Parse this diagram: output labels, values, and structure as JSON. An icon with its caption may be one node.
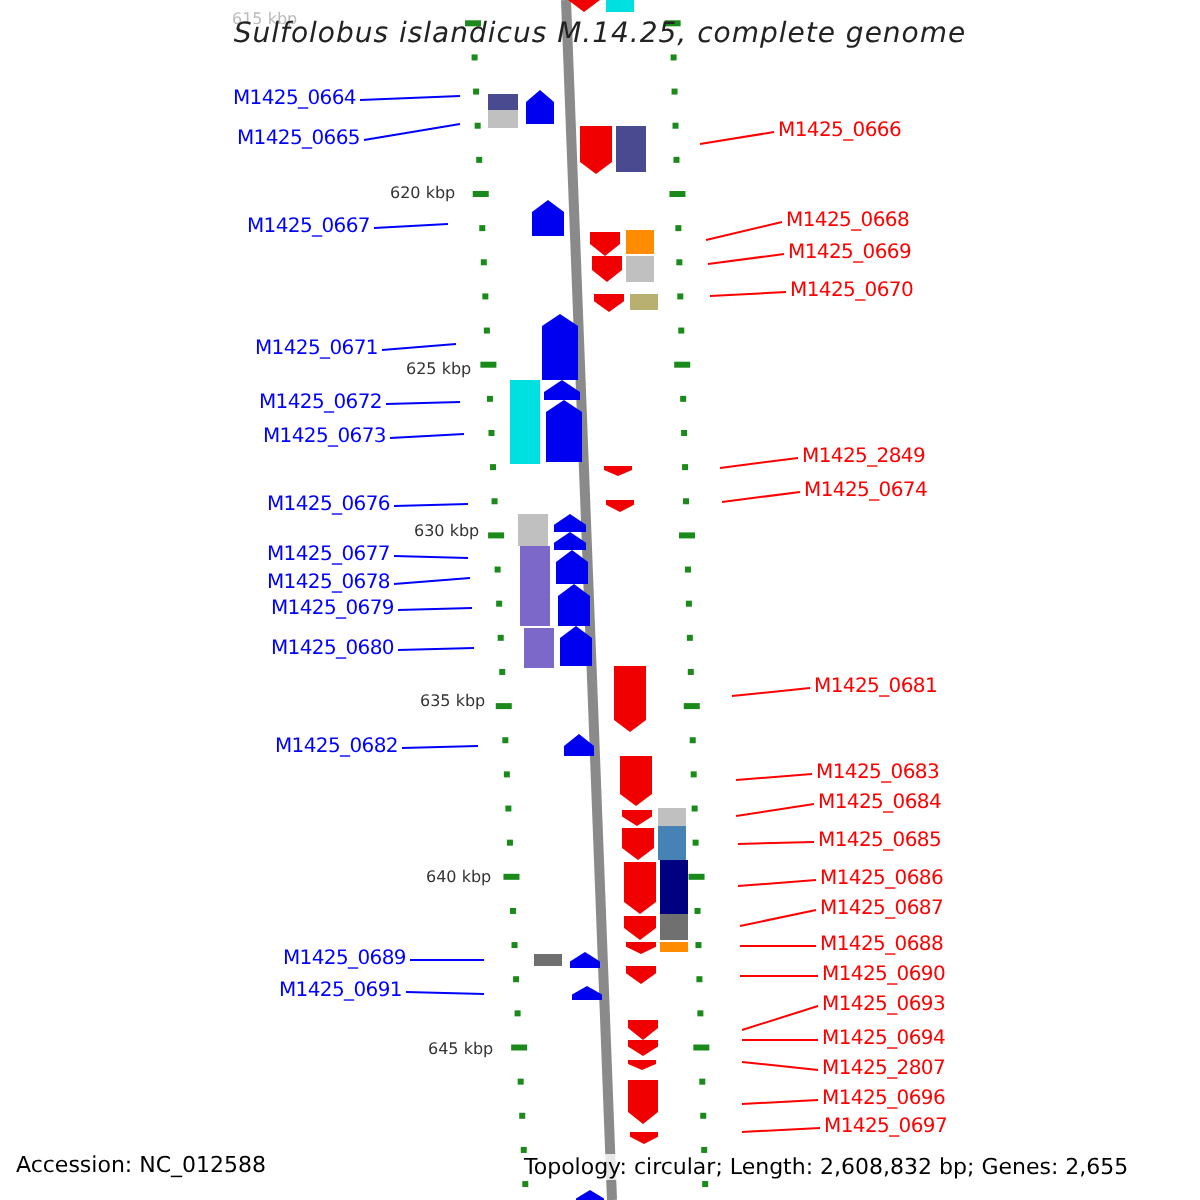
{
  "diagram": {
    "title": "Sulfolobus islandicus M.14.25, complete genome",
    "nodes": [
      {
        "text": [
          "M1425_0664"
        ]
      },
      {
        "text": [
          "M1425_0665"
        ]
      },
      {
        "text": [
          "M1425_0667"
        ]
      },
      {
        "text": [
          "M1425_0671"
        ]
      },
      {
        "text": [
          "M1425_0672"
        ]
      },
      {
        "text": [
          "M1425_0673"
        ]
      },
      {
        "text": [
          "M1425_0676"
        ]
      },
      {
        "text": [
          "M1425_0677"
        ]
      },
      {
        "text": [
          "M1425_0678"
        ]
      },
      {
        "text": [
          "M1425_0679"
        ]
      },
      {
        "text": [
          "M1425_0680"
        ]
      },
      {
        "text": [
          "M1425_0682"
        ]
      },
      {
        "text": [
          "M1425_0689"
        ]
      },
      {
        "text": [
          "M1425_0691"
        ]
      },
      {
        "text": [
          "M1425_0666"
        ]
      },
      {
        "text": [
          "M1425_0668"
        ]
      },
      {
        "text": [
          "M1425_0669"
        ]
      },
      {
        "text": [
          "M1425_0670"
        ]
      },
      {
        "text": [
          "M1425_2849"
        ]
      },
      {
        "text": [
          "M1425_0674"
        ]
      },
      {
        "text": [
          "M1425_0681"
        ]
      },
      {
        "text": [
          "M1425_0683"
        ]
      },
      {
        "text": [
          "M1425_0684"
        ]
      },
      {
        "text": [
          "M1425_0685"
        ]
      },
      {
        "text": [
          "M1425_0686"
        ]
      },
      {
        "text": [
          "M1425_0687"
        ]
      },
      {
        "text": [
          "M1425_0688"
        ]
      },
      {
        "text": [
          "M1425_0690"
        ]
      },
      {
        "text": [
          "M1425_0693"
        ]
      },
      {
        "text": [
          "M1425_0694"
        ]
      },
      {
        "text": [
          "M1425_2807"
        ]
      },
      {
        "text": [
          "M1425_0696"
        ]
      },
      {
        "text": [
          "M1425_0697"
        ]
      }
    ],
    "edges": [
      {
        "from": 0,
        "to": null,
        "arrow": "none",
        "color": "#0000ff"
      },
      {
        "from": 1,
        "to": null,
        "arrow": "none",
        "color": "#0000ff"
      },
      {
        "from": 2,
        "to": null,
        "arrow": "none",
        "color": "#0000ff"
      },
      {
        "from": 3,
        "to": null,
        "arrow": "none",
        "color": "#0000ff"
      },
      {
        "from": 4,
        "to": null,
        "arrow": "none",
        "color": "#0000ff"
      },
      {
        "from": 5,
        "to": null,
        "arrow": "none",
        "color": "#0000ff"
      },
      {
        "from": 6,
        "to": null,
        "arrow": "none",
        "color": "#0000ff"
      },
      {
        "from": 7,
        "to": null,
        "arrow": "none",
        "color": "#0000ff"
      },
      {
        "from": 8,
        "to": null,
        "arrow": "none",
        "color": "#0000ff"
      },
      {
        "from": 9,
        "to": null,
        "arrow": "none",
        "color": "#0000ff"
      },
      {
        "from": 10,
        "to": null,
        "arrow": "none",
        "color": "#0000ff"
      },
      {
        "from": 11,
        "to": null,
        "arrow": "none",
        "color": "#0000ff"
      },
      {
        "from": 12,
        "to": null,
        "arrow": "none",
        "color": "#0000ff"
      },
      {
        "from": 13,
        "to": null,
        "arrow": "none",
        "color": "#0000ff"
      },
      {
        "from": 14,
        "to": null,
        "arrow": "none"
      },
      {
        "from": 15,
        "to": null,
        "arrow": "none"
      },
      {
        "from": 16,
        "to": null,
        "arrow": "none"
      },
      {
        "from": 17,
        "to": null,
        "arrow": "none"
      },
      {
        "from": 18,
        "to": null,
        "arrow": "none"
      },
      {
        "from": 19,
        "to": null,
        "arrow": "none"
      },
      {
        "from": 20,
        "to": null,
        "arrow": "none"
      },
      {
        "from": 21,
        "to": null,
        "arrow": "none"
      },
      {
        "from": 22,
        "to": null,
        "arrow": "none"
      },
      {
        "from": 23,
        "to": null,
        "arrow": "none"
      },
      {
        "from": 24,
        "to": null,
        "arrow": "none"
      },
      {
        "from": 25,
        "to": null,
        "arrow": "none"
      },
      {
        "from": 26,
        "to": null,
        "arrow": "none"
      },
      {
        "from": 27,
        "to": null,
        "arrow": "none"
      },
      {
        "from": 28,
        "to": null,
        "arrow": "none"
      },
      {
        "from": 29,
        "to": null,
        "arrow": "none"
      },
      {
        "from": 30,
        "to": null,
        "arrow": "none"
      },
      {
        "from": 31,
        "to": null,
        "arrow": "none"
      },
      {
        "from": 32,
        "to": null,
        "arrow": "none"
      }
    ],
    "labels": [
      "615 kbp",
      "620 kbp",
      "625 kbp",
      "630 kbp",
      "635 kbp",
      "640 kbp",
      "645 kbp",
      "Accession: NC_012588",
      "Topology: circular; Length: 2,608,832 bp; Genes: 2,655"
    ]
  }
}
